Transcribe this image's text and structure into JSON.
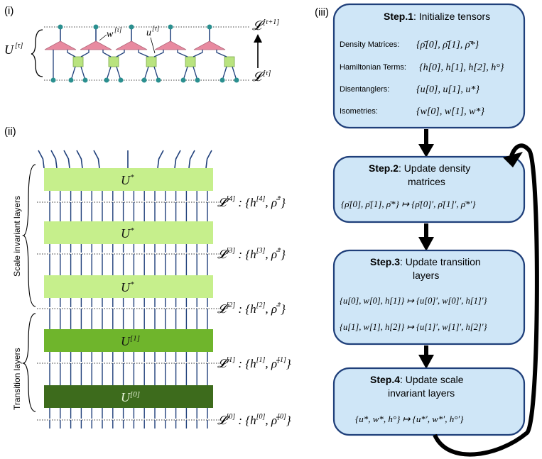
{
  "panel_labels": {
    "i": "(i)",
    "ii": "(ii)",
    "iii": "(iii)"
  },
  "panel_i": {
    "u_tau": "U",
    "u_tau_sup": "[τ]",
    "w_label": "w",
    "w_sup": "[τ]",
    "u_label": "u",
    "u_sup": "[τ]",
    "L_top": "𝓛",
    "L_top_sup": "[τ+1]",
    "L_bottom": "𝓛",
    "L_bottom_sup": "[τ]"
  },
  "panel_ii": {
    "side_labels": {
      "scale_invariant": "Scale invariant layers",
      "transition": "Transition layers"
    },
    "layers": [
      {
        "name": "U*",
        "sup": "",
        "main": "U",
        "star": "*",
        "color": "#c6ef8c"
      },
      {
        "name": "U*",
        "sup": "",
        "main": "U",
        "star": "*",
        "color": "#c6ef8c"
      },
      {
        "name": "U*",
        "sup": "",
        "main": "U",
        "star": "*",
        "color": "#c6ef8c"
      },
      {
        "name": "U[1]",
        "main": "U",
        "sup": "[1]",
        "star": "",
        "color": "#6fb52c"
      },
      {
        "name": "U[0]",
        "main": "U",
        "sup": "[0]",
        "star": "",
        "color": "#3d6b1c"
      }
    ],
    "level_labels": [
      {
        "L": "𝓛",
        "sup": "[4]",
        "text": " : {h[4], ρ̄*}",
        "h": "h",
        "hsup": "[4]",
        "rho": "ρ̄",
        "rhosup": "*"
      },
      {
        "L": "𝓛",
        "sup": "[3]",
        "text": " : {h[3], ρ̄*}",
        "h": "h",
        "hsup": "[3]",
        "rho": "ρ̄",
        "rhosup": "*"
      },
      {
        "L": "𝓛",
        "sup": "[2]",
        "text": " : {h[2], ρ̄*}",
        "h": "h",
        "hsup": "[2]",
        "rho": "ρ̄",
        "rhosup": "*"
      },
      {
        "L": "𝓛",
        "sup": "[1]",
        "text": " : {h[1], ρ̄[1]}",
        "h": "h",
        "hsup": "[1]",
        "rho": "ρ̄",
        "rhosup": "[1]"
      },
      {
        "L": "𝓛",
        "sup": "[0]",
        "text": " : {h[0], ρ̄[0]}",
        "h": "h",
        "hsup": "[0]",
        "rho": "ρ̄",
        "rhosup": "[0]"
      }
    ]
  },
  "panel_iii": {
    "step1": {
      "title_bold": "Step.1",
      "title_rest": ": Initialize tensors",
      "rows": [
        {
          "label": "Density Matrices:",
          "formula": "{ρ̄[0], ρ̄[1], ρ̄*}"
        },
        {
          "label": "Hamiltonian Terms:",
          "formula": "{h[0], h[1], h[2], h°}"
        },
        {
          "label": "Disentanglers:",
          "formula": "{u[0], u[1], u*}"
        },
        {
          "label": "Isometries:",
          "formula": "{w[0], w[1], w*}"
        }
      ]
    },
    "step2": {
      "title_bold": "Step.2",
      "title_rest": ": Update density",
      "title_line2": "matrices",
      "formula": "{ρ̄[0], ρ̄[1], ρ̄*} ↦ {ρ̄[0]′, ρ̄[1]′, ρ̄*′}"
    },
    "step3": {
      "title_bold": "Step.3",
      "title_rest": ": Update transition",
      "title_line2": "layers",
      "formula1": "{u[0], w[0], h[1]} ↦ {u[0]′, w[0]′, h[1]′}",
      "formula2": "{u[1], w[1], h[2]} ↦ {u[1]′, w[1]′, h[2]′}"
    },
    "step4": {
      "title_bold": "Step.4",
      "title_rest": ": Update scale",
      "title_line2": "invariant layers",
      "formula": "{u*, w*, h°} ↦ {u*′, w*′, h°′}"
    }
  },
  "colors": {
    "line_blue": "#1f3f7a",
    "node_teal": "#2a8f8f",
    "triangle_pink": "#e88aa0",
    "square_green": "#b9e37f",
    "step_fill": "#cfe6f7",
    "step_border": "#1f3f7a"
  }
}
